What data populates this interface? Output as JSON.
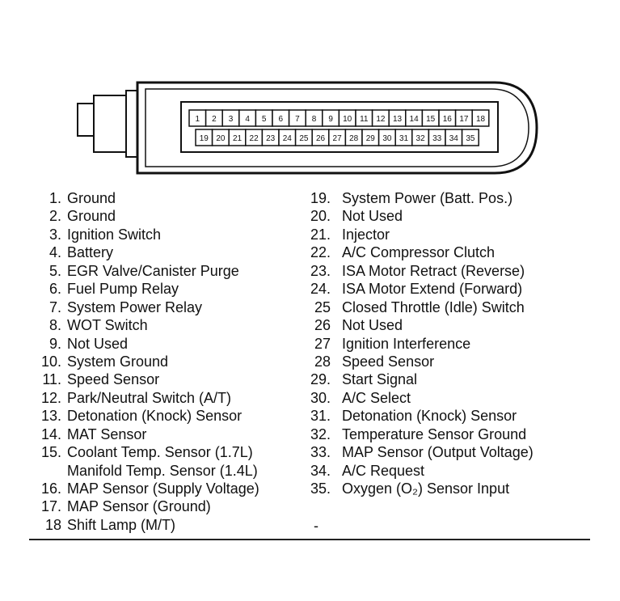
{
  "connector": {
    "top_row_pins": [
      "1",
      "2",
      "3",
      "4",
      "5",
      "6",
      "7",
      "8",
      "9",
      "10",
      "11",
      "12",
      "13",
      "14",
      "15",
      "16",
      "17",
      "18"
    ],
    "bottom_row_pins": [
      "19",
      "20",
      "21",
      "22",
      "23",
      "24",
      "25",
      "26",
      "27",
      "28",
      "29",
      "30",
      "31",
      "32",
      "33",
      "34",
      "35"
    ]
  },
  "legend_left": [
    {
      "num": "1.",
      "text": "Ground"
    },
    {
      "num": "2.",
      "text": "Ground"
    },
    {
      "num": "3.",
      "text": "Ignition Switch"
    },
    {
      "num": "4.",
      "text": "Battery"
    },
    {
      "num": "5.",
      "text": "EGR Valve/Canister Purge"
    },
    {
      "num": "6.",
      "text": "Fuel Pump Relay"
    },
    {
      "num": "7.",
      "text": "System Power Relay"
    },
    {
      "num": "8.",
      "text": "WOT Switch"
    },
    {
      "num": "9.",
      "text": "Not Used"
    },
    {
      "num": "10.",
      "text": "System Ground"
    },
    {
      "num": "11.",
      "text": "Speed Sensor"
    },
    {
      "num": "12.",
      "text": "Park/Neutral Switch (A/T)"
    },
    {
      "num": "13.",
      "text": "Detonation (Knock) Sensor"
    },
    {
      "num": "14.",
      "text": "MAT Sensor"
    },
    {
      "num": "15.",
      "text": "Coolant Temp. Sensor (1.7L)"
    },
    {
      "num": "",
      "text": "Manifold Temp. Sensor (1.4L)"
    },
    {
      "num": "16.",
      "text": "MAP Sensor (Supply Voltage)"
    },
    {
      "num": "17.",
      "text": "MAP Sensor (Ground)"
    },
    {
      "num": "18",
      "text": "Shift Lamp (M/T)"
    }
  ],
  "legend_right": [
    {
      "num": "19.",
      "text": "System Power (Batt. Pos.)"
    },
    {
      "num": "20.",
      "text": "Not Used"
    },
    {
      "num": "21.",
      "text": "Injector"
    },
    {
      "num": "22.",
      "text": "A/C Compressor Clutch"
    },
    {
      "num": "23.",
      "text": "ISA Motor Retract (Reverse)"
    },
    {
      "num": "24.",
      "text": "ISA Motor Extend (Forward)"
    },
    {
      "num": "25",
      "text": "Closed Throttle (Idle) Switch"
    },
    {
      "num": "26",
      "text": "Not Used"
    },
    {
      "num": "27",
      "text": "Ignition Interference"
    },
    {
      "num": "28",
      "text": "Speed Sensor"
    },
    {
      "num": "29.",
      "text": "Start Signal"
    },
    {
      "num": "30.",
      "text": "A/C Select"
    },
    {
      "num": "31.",
      "text": "Detonation (Knock) Sensor"
    },
    {
      "num": "32.",
      "text": "Temperature Sensor Ground"
    },
    {
      "num": "33.",
      "text": "MAP Sensor (Output Voltage)"
    },
    {
      "num": "34.",
      "text": "A/C Request"
    },
    {
      "num": "35.",
      "text": "Oxygen (O₂) Sensor Input"
    }
  ],
  "trailing_mark": "-"
}
